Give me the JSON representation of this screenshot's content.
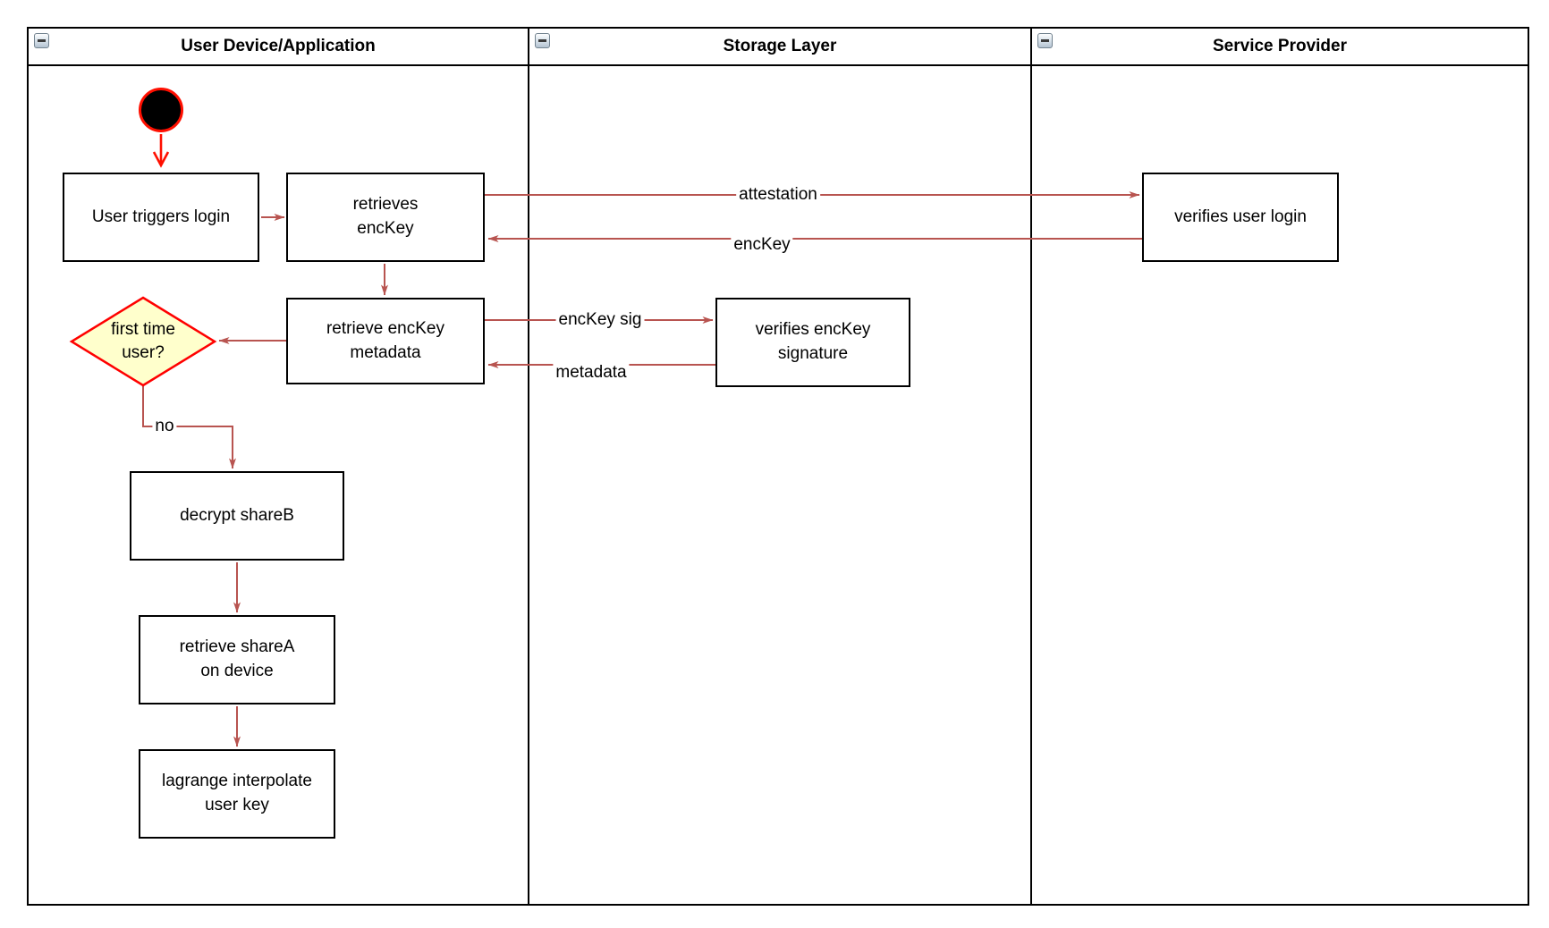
{
  "diagram": {
    "lanes": [
      {
        "title": "User Device/Application",
        "collapse_icon": "minus"
      },
      {
        "title": "Storage Layer",
        "collapse_icon": "minus"
      },
      {
        "title": "Service Provider",
        "collapse_icon": "minus"
      }
    ],
    "nodes": {
      "start": {
        "type": "initial-node"
      },
      "user_triggers_login": {
        "label": "User triggers login"
      },
      "retrieves_enckey": {
        "label": "retrieves\nencKey"
      },
      "verifies_user_login": {
        "label": "verifies user login"
      },
      "retrieve_enckey_metadata": {
        "label": "retrieve encKey\nmetadata"
      },
      "verifies_enckey_signature": {
        "label": "verifies encKey\nsignature"
      },
      "first_time_user": {
        "label": "first time\nuser?"
      },
      "decrypt_shareb": {
        "label": "decrypt shareB"
      },
      "retrieve_sharea": {
        "label": "retrieve shareA\non device"
      },
      "lagrange_interpolate": {
        "label": "lagrange interpolate\nuser key"
      }
    },
    "edge_labels": {
      "attestation": "attestation",
      "enckey": "encKey",
      "enckey_sig": "encKey sig",
      "metadata": "metadata",
      "no": "no"
    },
    "colors": {
      "arrow": "#B85450",
      "start_accent": "#FF0F00",
      "decision_fill": "#FFFFCC",
      "decision_border": "#FF0000",
      "node_border": "#000000",
      "background": "#FFFFFF"
    }
  }
}
